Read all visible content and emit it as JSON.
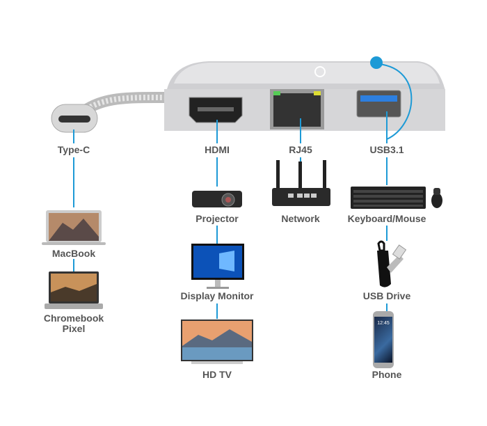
{
  "ports": {
    "type_c": "Type-C",
    "hdmi": "HDMI",
    "rj45": "RJ45",
    "usb": "USB3.1"
  },
  "devices": {
    "macbook": "MacBook",
    "chromebook_line1": "Chromebook",
    "chromebook_line2": "Pixel",
    "projector": "Projector",
    "display_monitor": "Display Monitor",
    "hd_tv": "HD TV",
    "network": "Network",
    "keyboard_mouse": "Keyboard/Mouse",
    "usb_drive": "USB Drive",
    "phone": "Phone",
    "phone_clock": "12:45"
  },
  "colors": {
    "connector_line": "#1d9ad6",
    "label_text": "#555555"
  }
}
